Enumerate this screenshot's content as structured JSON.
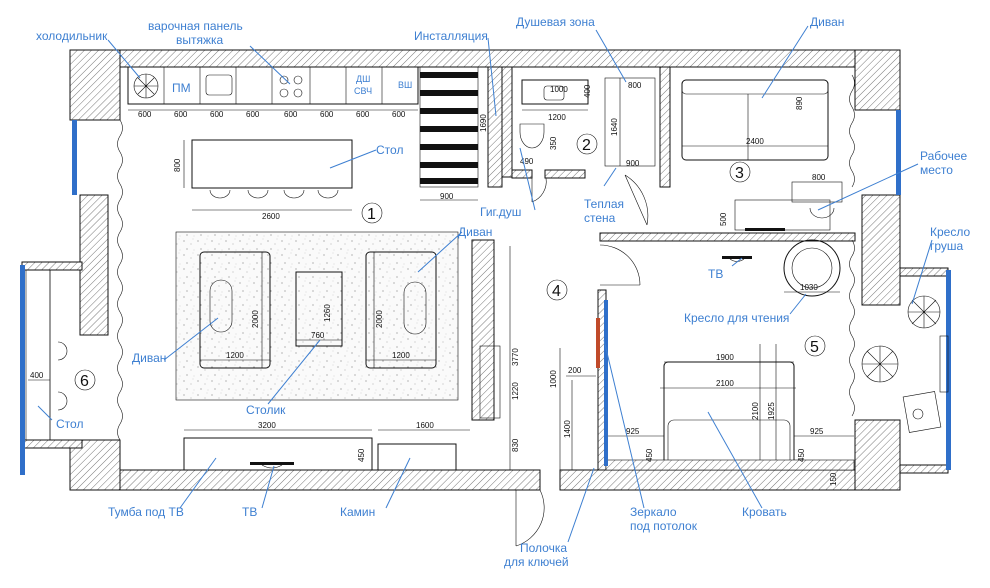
{
  "labels": {
    "fridge": "холодильник",
    "hob": "варочная панель\nвытяжка",
    "installation": "Инсталляция",
    "shower_zone": "Душевая зона",
    "sofa_top": "Диван",
    "table_top": "Стол",
    "hyg_shower": "Гиг.душ",
    "warm_wall": "Теплая\nстена",
    "workplace": "Рабочее\nместо",
    "beanbag": "Кресло\nгруша",
    "sofa_mid": "Диван",
    "tv_right": "ТВ",
    "reading_chair": "Кресло для чтения",
    "sofa_left": "Диван",
    "coffee_table": "Столик",
    "table_left": "Стол",
    "tv_stand": "Тумба под ТВ",
    "tv_bottom": "ТВ",
    "fireplace": "Камин",
    "key_shelf": "Полочка\nдля ключей",
    "mirror": "Зеркало\nпод потолок",
    "bed": "Кровать"
  },
  "appliances": {
    "pm": "ПМ",
    "dsh": "ДШ",
    "svch": "СВЧ",
    "vsh": "ВШ"
  },
  "room_numbers": [
    "1",
    "2",
    "3",
    "4",
    "5",
    "6"
  ],
  "dimensions": {
    "kitchen": [
      "600",
      "600",
      "600",
      "600",
      "600",
      "600",
      "600",
      "600"
    ],
    "table_depth": "800",
    "table_width": "2600",
    "stair_height": "1690",
    "stair_width": "900",
    "bath_sink": "1000",
    "bath_width": "1200",
    "bath_400": "400",
    "bath_800": "800",
    "bath_1640": "1640",
    "bath_900": "900",
    "bath_350": "350",
    "bath_490": "490",
    "sofa_top_depth": "890",
    "sofa_top_width": "2400",
    "desk_width": "800",
    "desk_500": "500",
    "chair_1030": "1030",
    "sofa_l_len": "2000",
    "sofa_l_w": "1200",
    "ct_len": "1260",
    "ct_w": "760",
    "sofa_r_len": "2000",
    "sofa_r_w": "1200",
    "hall_3770": "3770",
    "hall_1220": "1220",
    "hall_830": "830",
    "tvstand_w": "3200",
    "fire_w": "1600",
    "fire_450": "450",
    "left_400": "400",
    "shelf_1000": "1000",
    "shelf_200": "200",
    "shelf_1400": "1400",
    "bed_1900": "1900",
    "bed_2100": "2100",
    "bed_len": "2100",
    "bed_1925": "1925",
    "night_l": "925",
    "night_r": "925",
    "night_l450": "450",
    "night_r450": "450",
    "bed_150": "150"
  },
  "colors": {
    "accent": "#3d7fd1",
    "window": "#2f6fc9",
    "line": "#111111"
  }
}
